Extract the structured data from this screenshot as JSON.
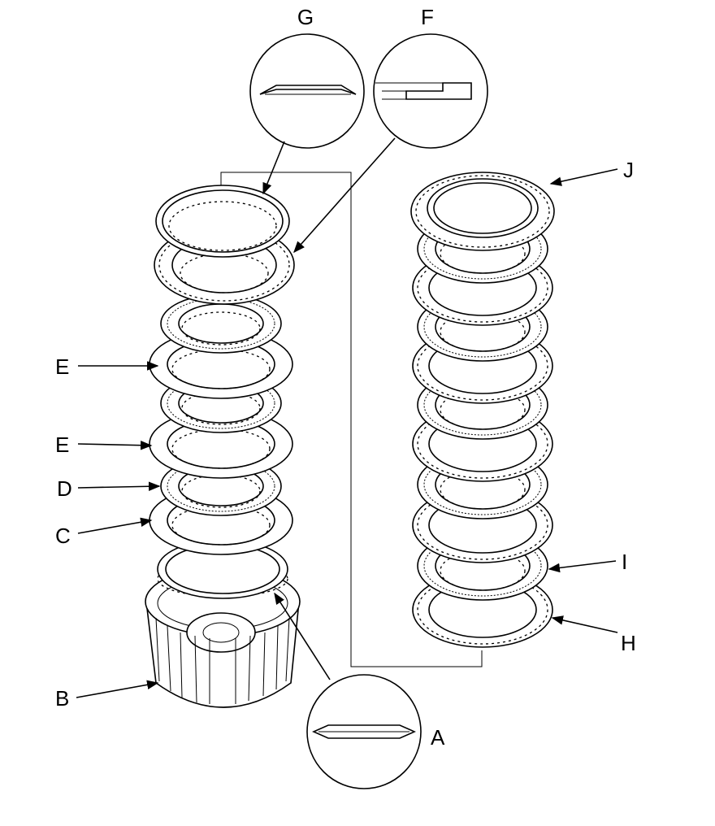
{
  "labels": {
    "A": "A",
    "B": "B",
    "C": "C",
    "D": "D",
    "E1": "E",
    "E2": "E",
    "F": "F",
    "G": "G",
    "H": "H",
    "I": "I",
    "J": "J"
  }
}
